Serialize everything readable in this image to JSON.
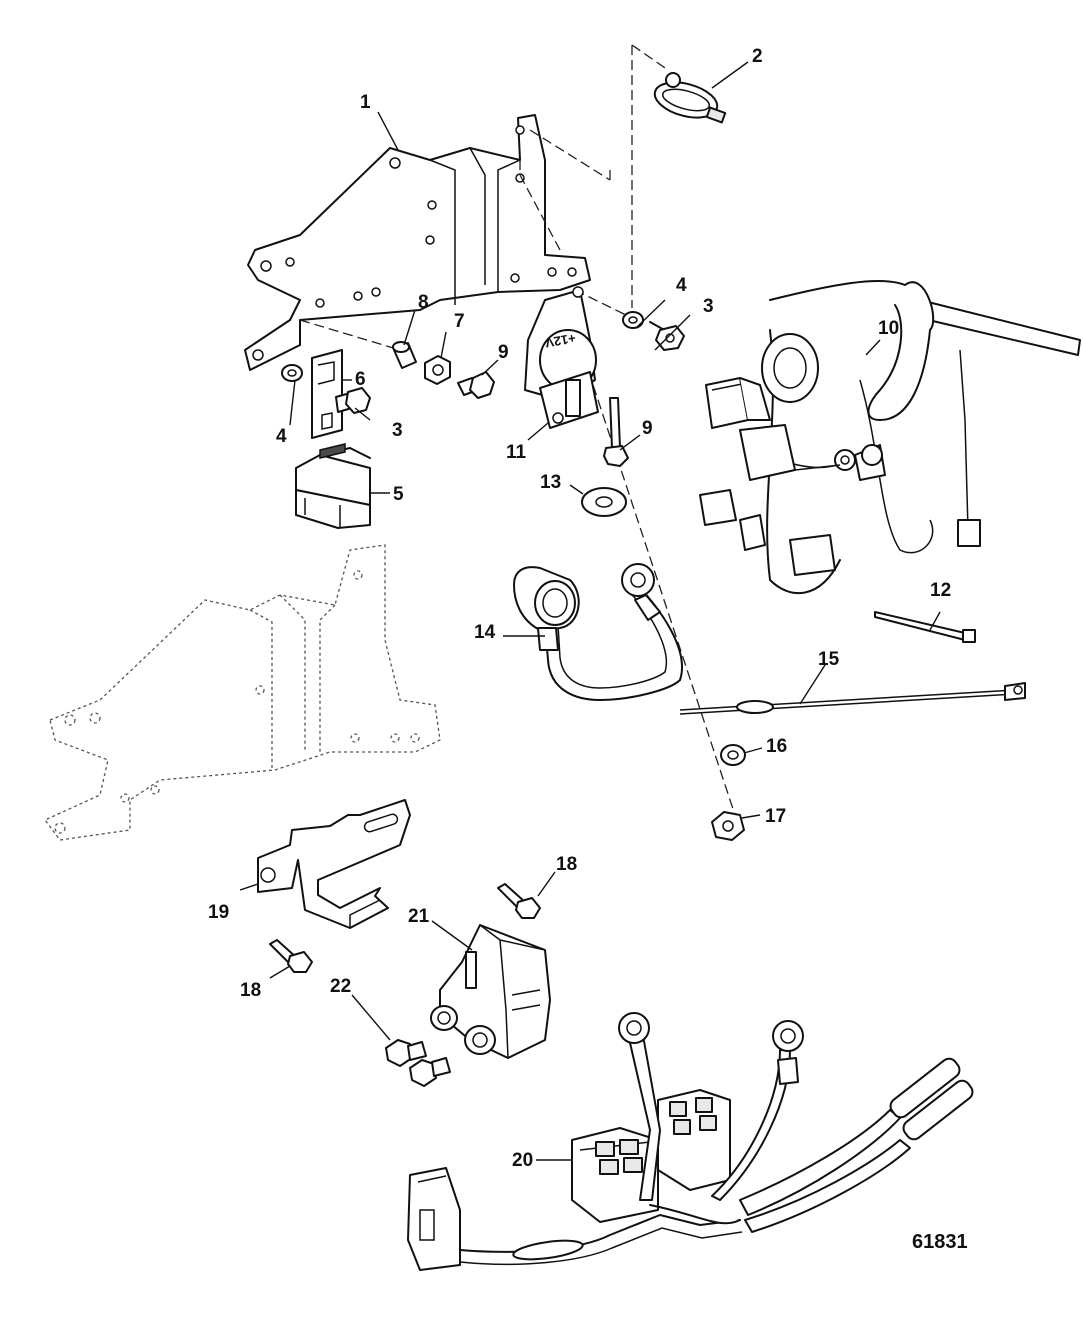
{
  "diagram": {
    "reference_number": "61831",
    "solenoid_marking": "+12V",
    "callouts": [
      {
        "id": "1",
        "label": "1"
      },
      {
        "id": "2",
        "label": "2"
      },
      {
        "id": "3a",
        "label": "3"
      },
      {
        "id": "3b",
        "label": "3"
      },
      {
        "id": "4a",
        "label": "4"
      },
      {
        "id": "4b",
        "label": "4"
      },
      {
        "id": "5",
        "label": "5"
      },
      {
        "id": "6",
        "label": "6"
      },
      {
        "id": "7",
        "label": "7"
      },
      {
        "id": "8",
        "label": "8"
      },
      {
        "id": "9a",
        "label": "9"
      },
      {
        "id": "9b",
        "label": "9"
      },
      {
        "id": "10",
        "label": "10"
      },
      {
        "id": "11",
        "label": "11"
      },
      {
        "id": "12",
        "label": "12"
      },
      {
        "id": "13",
        "label": "13"
      },
      {
        "id": "14",
        "label": "14"
      },
      {
        "id": "15",
        "label": "15"
      },
      {
        "id": "16",
        "label": "16"
      },
      {
        "id": "17",
        "label": "17"
      },
      {
        "id": "18a",
        "label": "18"
      },
      {
        "id": "18b",
        "label": "18"
      },
      {
        "id": "19",
        "label": "19"
      },
      {
        "id": "20",
        "label": "20"
      },
      {
        "id": "21",
        "label": "21"
      },
      {
        "id": "22",
        "label": "22"
      }
    ]
  }
}
